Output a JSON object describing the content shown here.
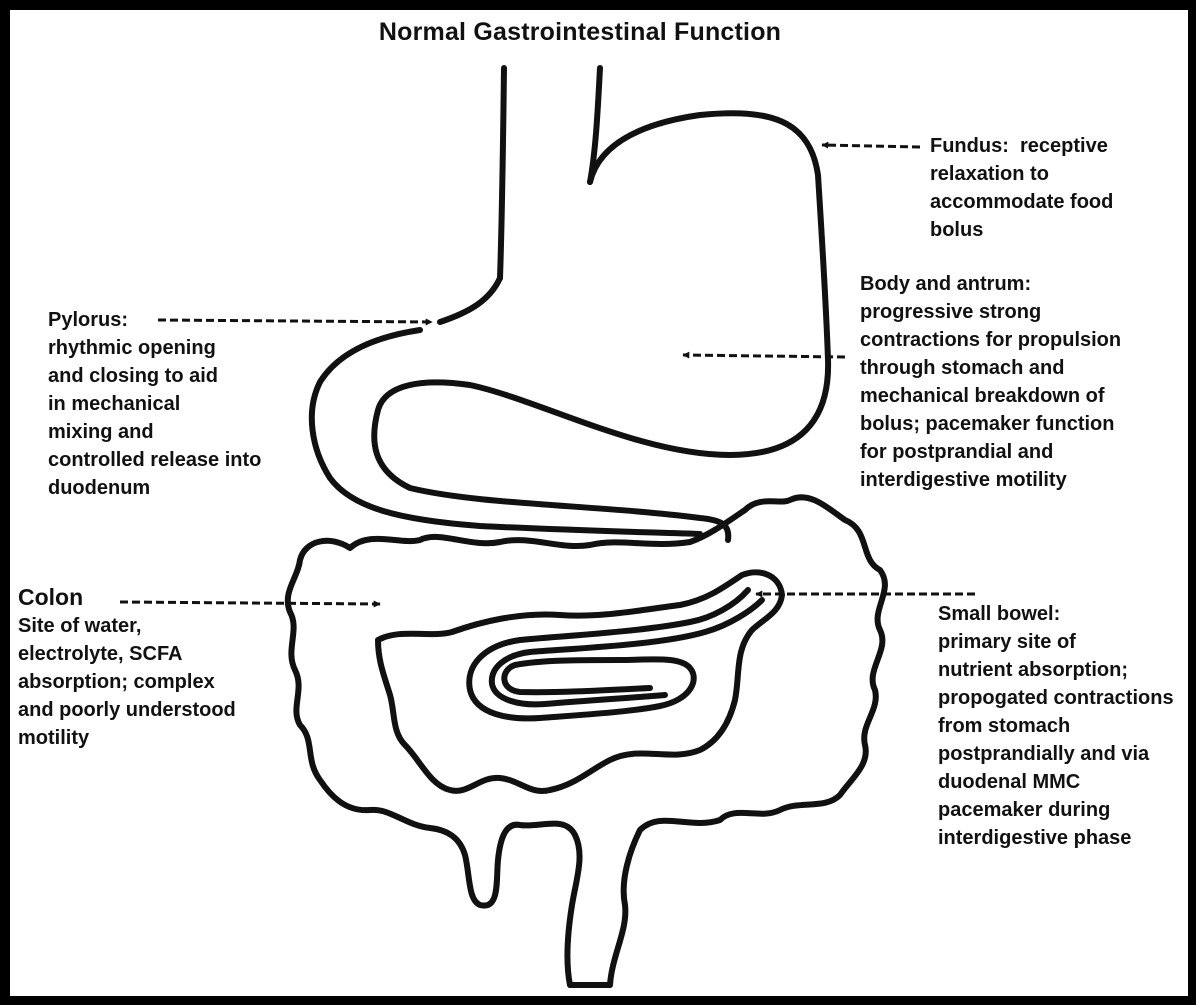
{
  "title": "Normal Gastrointestinal Function",
  "colors": {
    "ink": "#111111",
    "frame": "#000000",
    "background": "#ffffff"
  },
  "labels": {
    "fundus": {
      "heading": "Fundus:",
      "lines": [
        "receptive",
        "relaxation to",
        "accommodate food",
        "bolus"
      ]
    },
    "body_antrum": {
      "lines": [
        "Body and antrum:",
        "progressive strong",
        "contractions for propulsion",
        "through stomach and",
        "mechanical breakdown of",
        "bolus; pacemaker function",
        "for postprandial and",
        "interdigestive motility"
      ]
    },
    "pylorus": {
      "heading": "Pylorus:",
      "lines": [
        "rhythmic opening",
        "and closing to aid",
        "in mechanical",
        "mixing and",
        "controlled release into",
        "duodenum"
      ]
    },
    "colon": {
      "heading": "Colon",
      "lines": [
        "Site of water,",
        "electrolyte, SCFA",
        "absorption; complex",
        "and poorly understood",
        "motility"
      ]
    },
    "small_bowel": {
      "lines": [
        "Small bowel:",
        "primary site of",
        "nutrient absorption;",
        "propogated contractions",
        "from stomach",
        "postprandially and via",
        "duodenal MMC",
        "pacemaker during",
        "interdigestive phase"
      ]
    }
  }
}
